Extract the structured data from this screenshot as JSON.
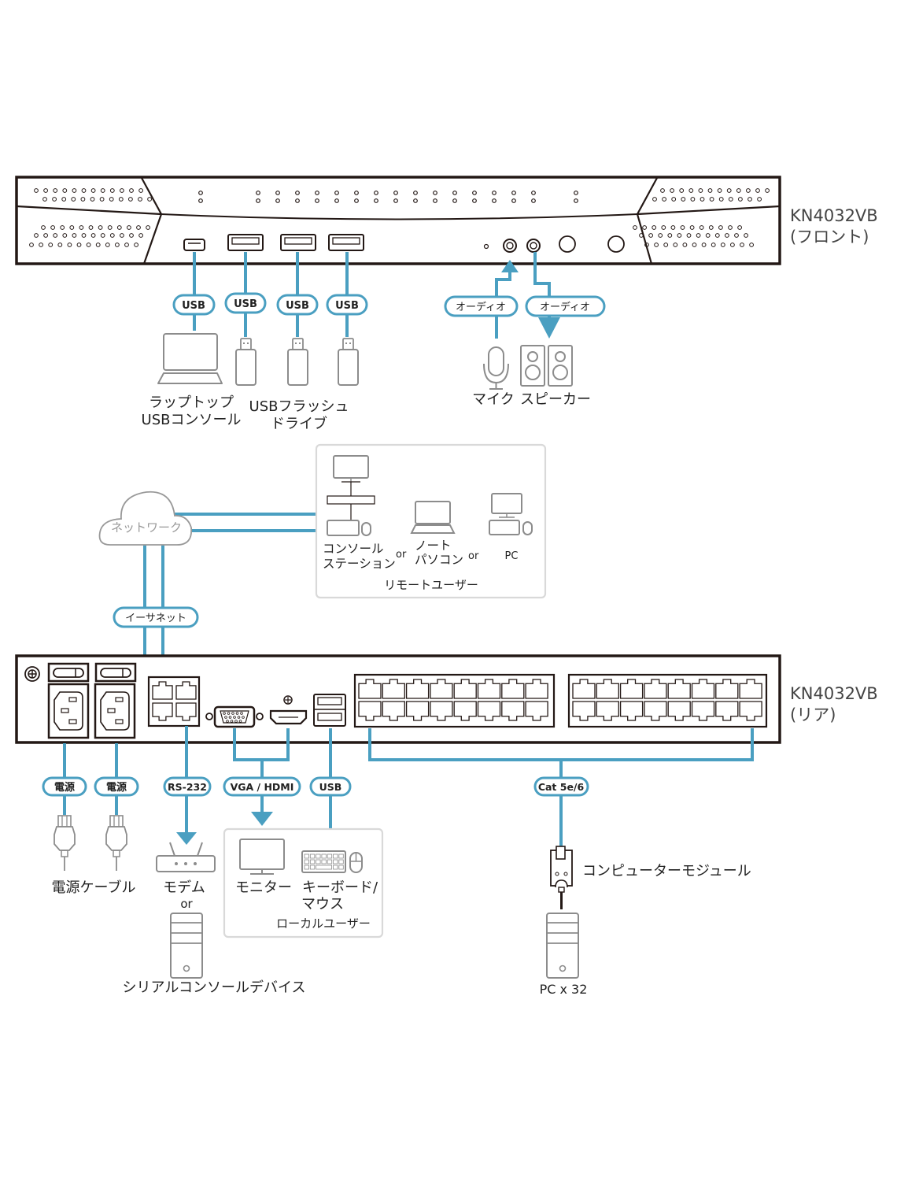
{
  "colors": {
    "cable": "#4a9fc1",
    "device_outline": "#231815",
    "icon_gray": "#8c8c8c",
    "box_border": "#d9d9d9"
  },
  "front": {
    "model": "KN4032VB",
    "side": "(フロント)",
    "ports": [
      {
        "label": "USB",
        "device": "laptop"
      },
      {
        "label": "USB",
        "device": "usb-flash"
      },
      {
        "label": "USB",
        "device": "usb-flash"
      },
      {
        "label": "USB",
        "device": "usb-flash"
      }
    ],
    "audio_in_label": "オーディオ",
    "audio_out_label": "オーディオ",
    "laptop_caption": [
      "ラップトップ",
      "USBコンソール"
    ],
    "flash_caption": [
      "USBフラッシュ",
      "ドライブ"
    ],
    "mic_caption": "マイク",
    "speaker_caption": "スピーカー"
  },
  "remote": {
    "network_label": "ネットワーク",
    "ethernet_label": "イーサネット",
    "console_station": [
      "コンソール",
      "ステーション"
    ],
    "or1": "or",
    "notebook": [
      "ノート",
      "パソコン"
    ],
    "or2": "or",
    "pc": "PC",
    "group_title": "リモートユーザー"
  },
  "rear": {
    "model": "KN4032VB",
    "side": "(リア)",
    "power_label_1": "電源",
    "power_label_2": "電源",
    "power_caption": "電源ケーブル",
    "rs232_label": "RS-232",
    "modem_caption": "モデム",
    "or": "or",
    "serial_caption": "シリアルコンソールデバイス",
    "vga_hdmi_label": "VGA / HDMI",
    "usb_label": "USB",
    "monitor_caption": "モニター",
    "kbm_caption": [
      "キーボード/",
      "マウス"
    ],
    "local_title": "ローカルユーザー",
    "cat_label": "Cat 5e/6",
    "module_caption": "コンピューターモジュール",
    "pc_caption": "PC x 32",
    "kvm_port_count": 32
  }
}
